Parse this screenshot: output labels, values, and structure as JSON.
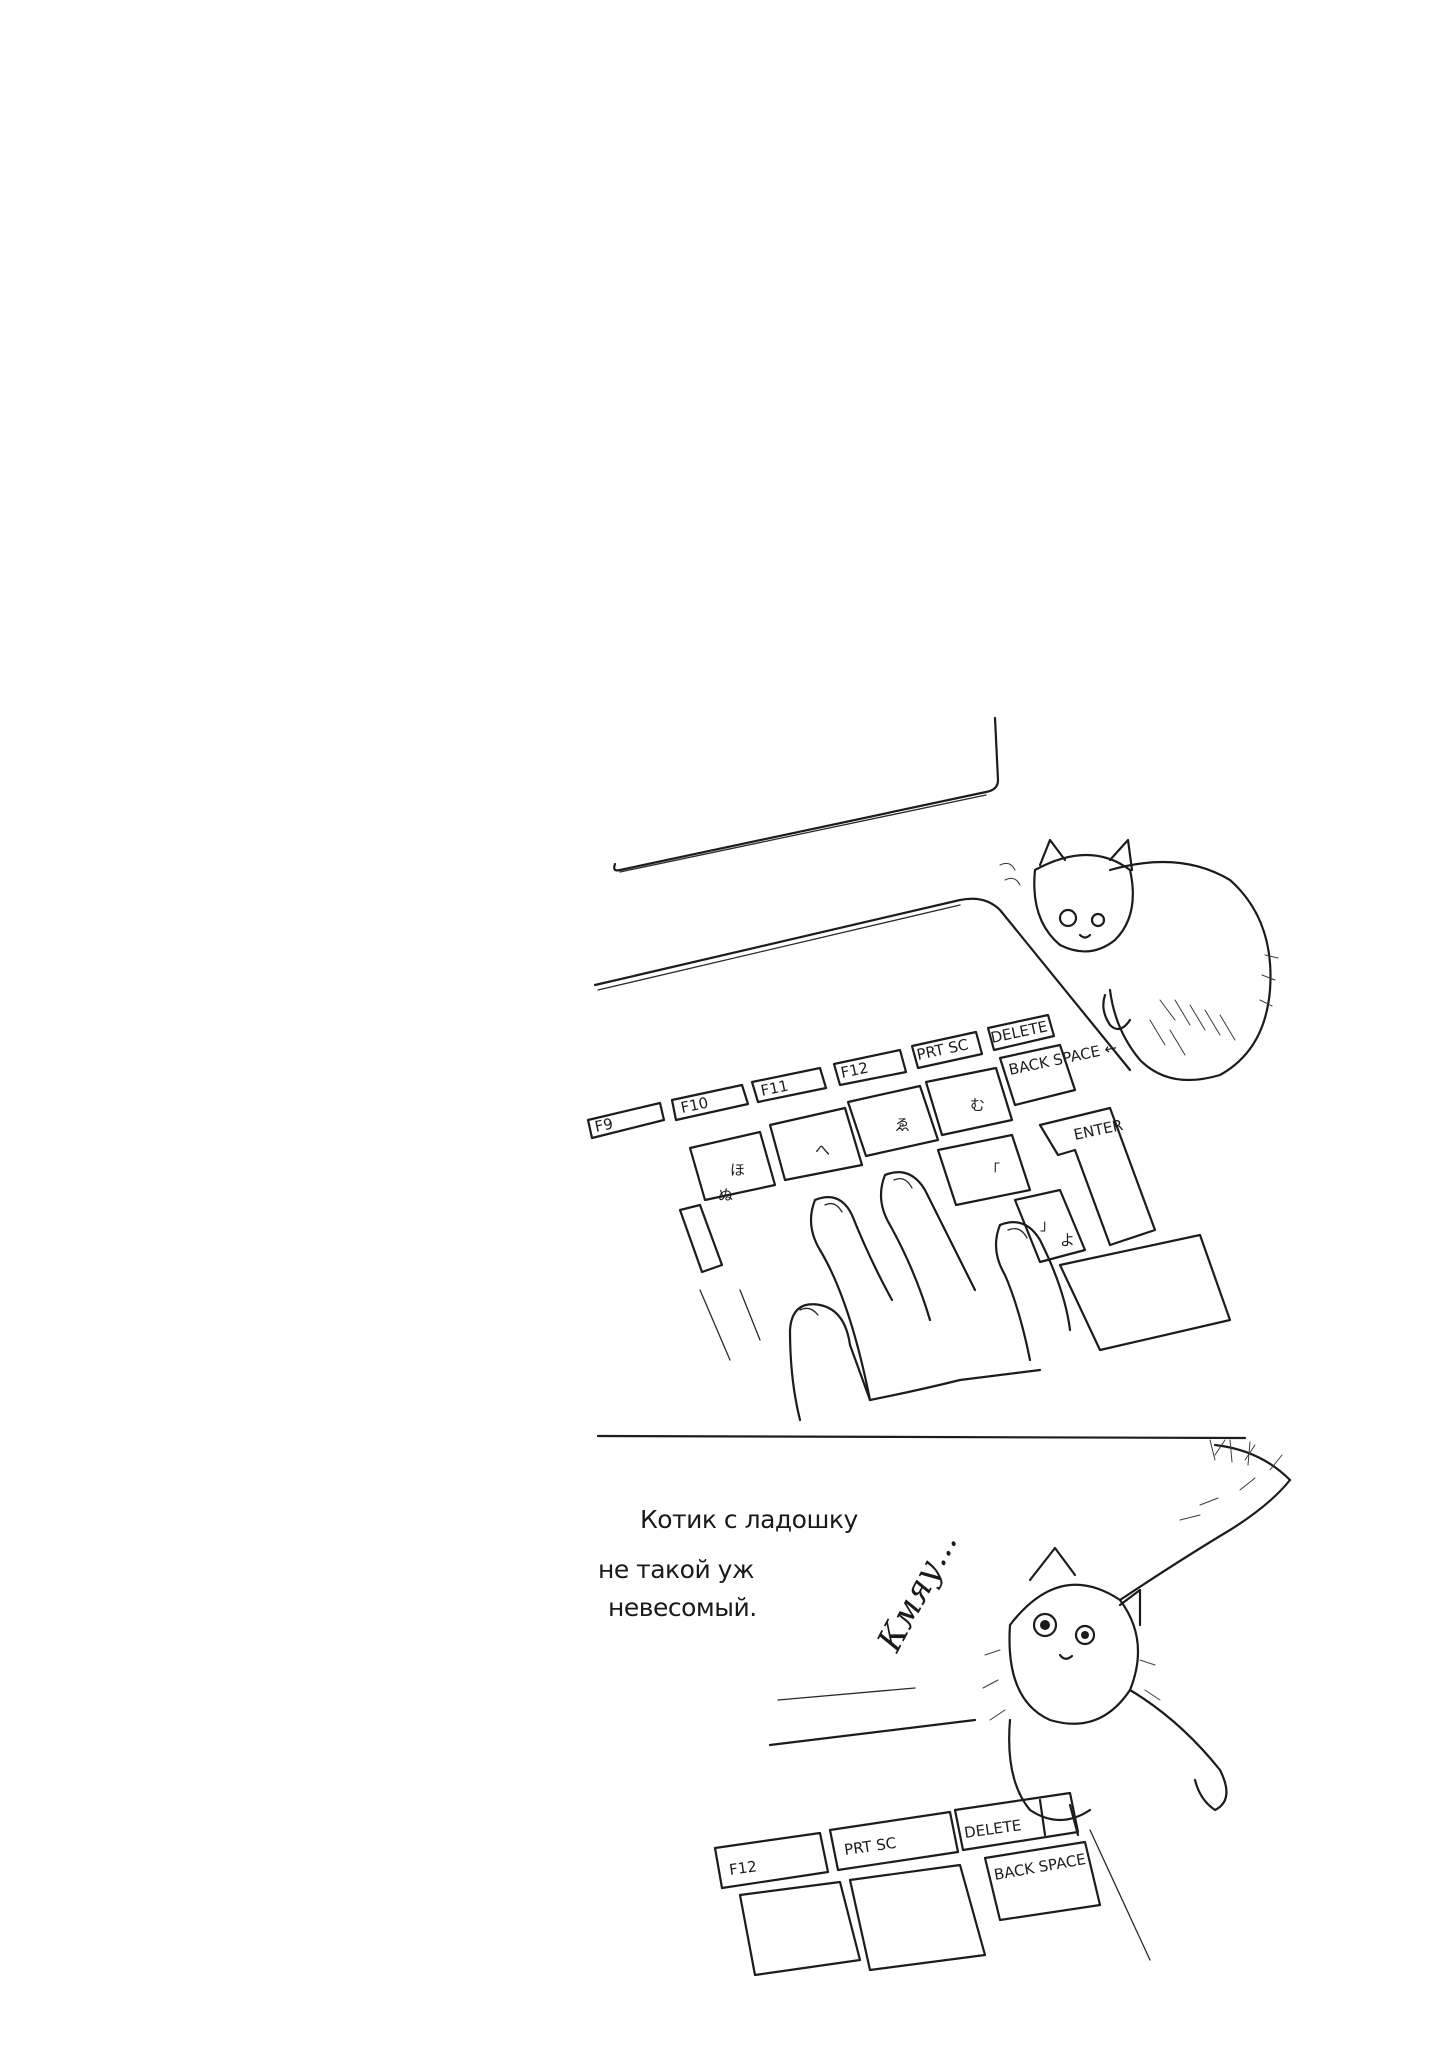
{
  "caption": {
    "line1": "Котик с ладошку",
    "line2": "не такой уж",
    "line3": "невесомый."
  },
  "sound_effect": "Кмяу...",
  "panel1": {
    "keys": [
      "F9",
      "F10",
      "F11",
      "F12",
      "PRT SC",
      "DELETE",
      "BACK SPACE ←",
      "ENTER",
      "ほ",
      "へ",
      "ゑ",
      "む",
      "「",
      "」",
      "ぬ",
      "よ"
    ]
  },
  "panel2": {
    "keys": [
      "F12",
      "PRT SC",
      "DELETE",
      "BACK SPACE"
    ]
  }
}
